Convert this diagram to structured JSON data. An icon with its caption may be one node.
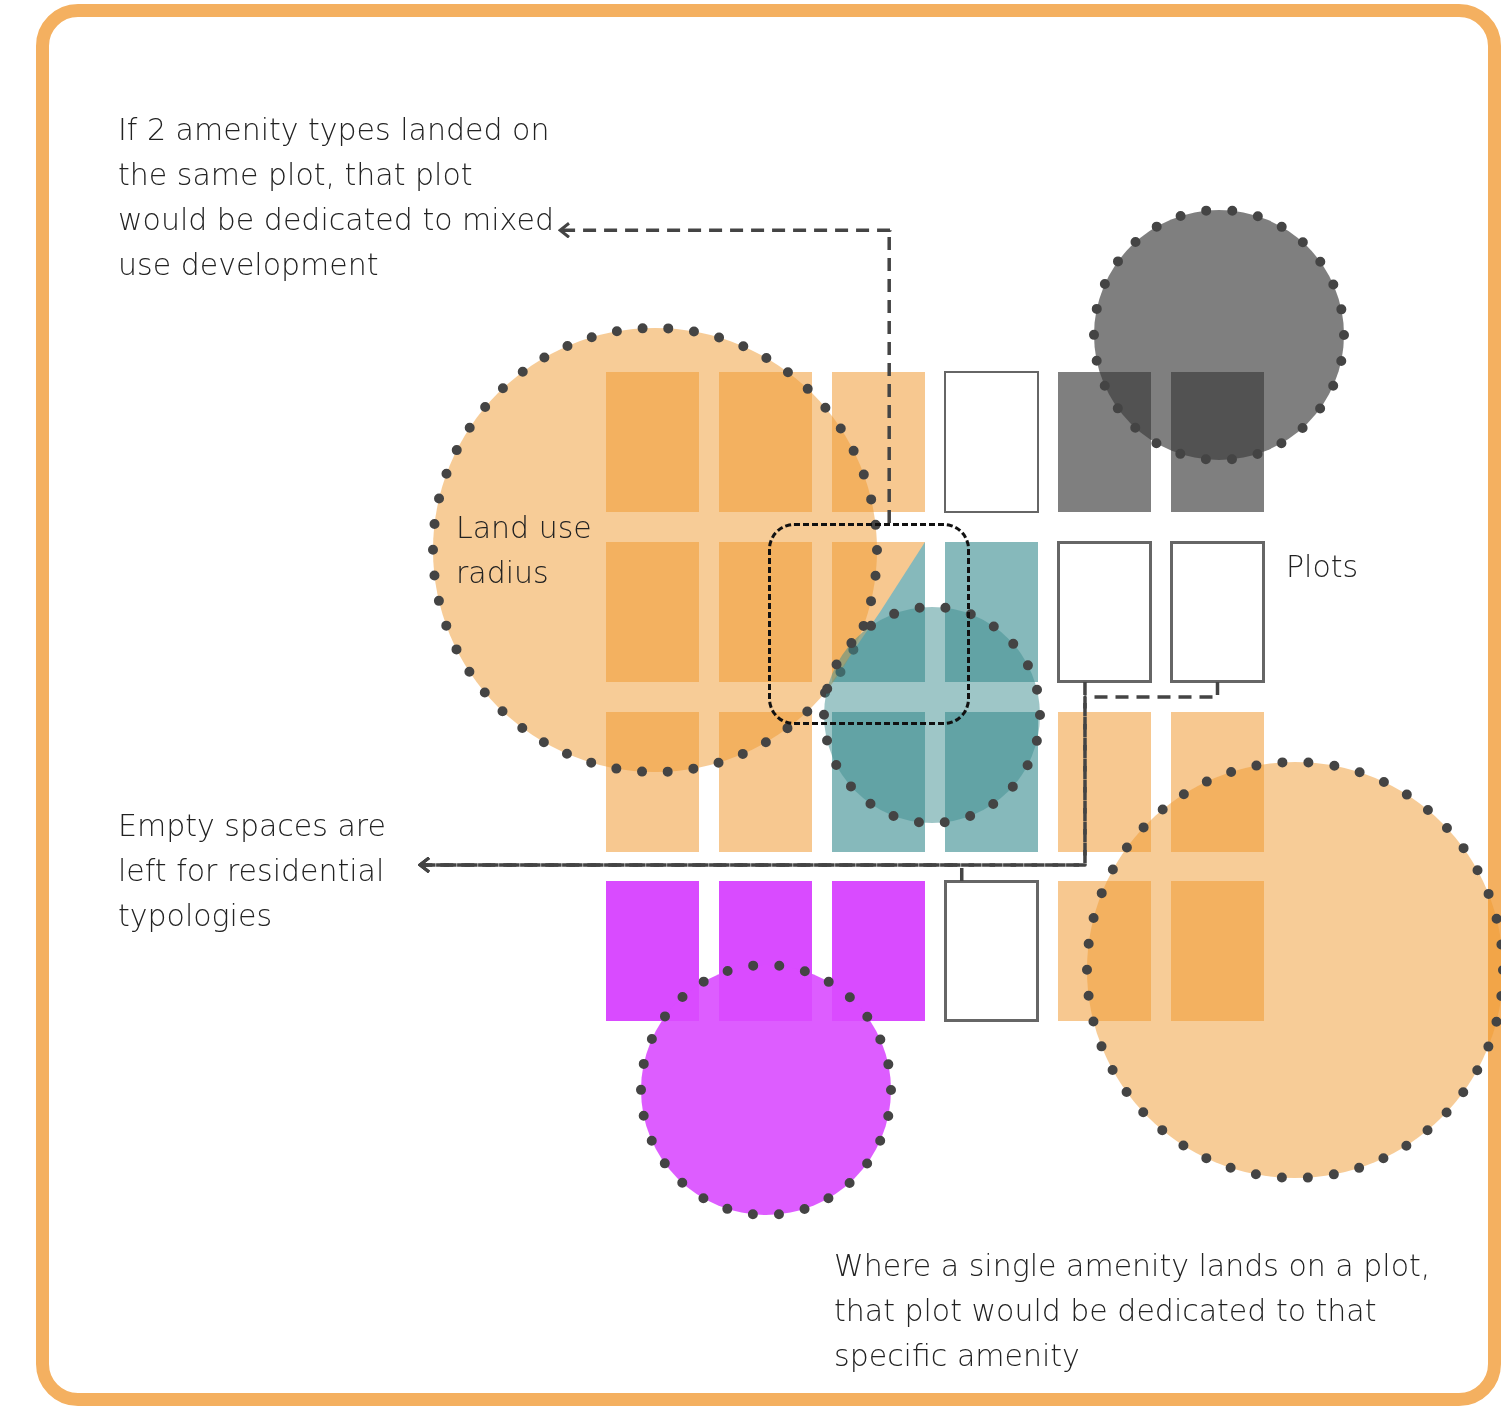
{
  "diagram": {
    "nodes": [
      {
        "text": [
          "If 2 amenity types landed on the same plot, that plot would be dedicated to mixed use development"
        ]
      },
      {
        "text": [],
        "shape": "box"
      },
      {
        "text": [
          "Empty spaces are left for residential typologies"
        ]
      },
      {
        "text": [],
        "shape": "box"
      },
      {
        "text": [],
        "shape": "box"
      },
      {
        "text": [],
        "shape": "box"
      }
    ],
    "edges": [
      {
        "from": 1,
        "to": 0,
        "arrow": "to",
        "style": "dashed"
      },
      {
        "from": 3,
        "to": 2,
        "arrow": "to",
        "style": "dashed"
      },
      {
        "from": 4,
        "to": 2,
        "arrow": "to",
        "style": "dashed"
      },
      {
        "from": 5,
        "to": 2,
        "arrow": "to",
        "style": "dashed"
      }
    ],
    "labels": [
      "Land use radius",
      "Plots",
      "Where a single amenity lands on a plot, that plot would be dedicated to that specific amenity"
    ]
  }
}
